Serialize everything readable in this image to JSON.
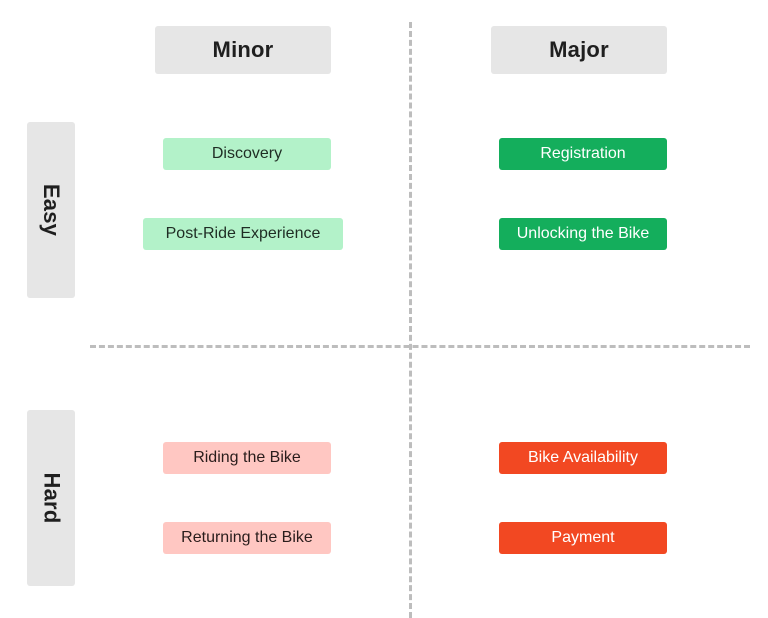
{
  "columns": {
    "minor": "Minor",
    "major": "Major"
  },
  "rows": {
    "easy": "Easy",
    "hard": "Hard"
  },
  "quadrants": {
    "easy_minor": [
      "Discovery",
      "Post-Ride Experience"
    ],
    "easy_major": [
      "Registration",
      "Unlocking the Bike"
    ],
    "hard_minor": [
      "Riding the Bike",
      "Returning the Bike"
    ],
    "hard_major": [
      "Bike Availability",
      "Payment"
    ]
  },
  "colors": {
    "easy_minor": "#b3f2c9",
    "easy_major": "#14ae5c",
    "hard_minor": "#ffc7c2",
    "hard_major": "#f24822",
    "header_bg": "#e6e6e6",
    "divider": "#bdbdbd"
  }
}
